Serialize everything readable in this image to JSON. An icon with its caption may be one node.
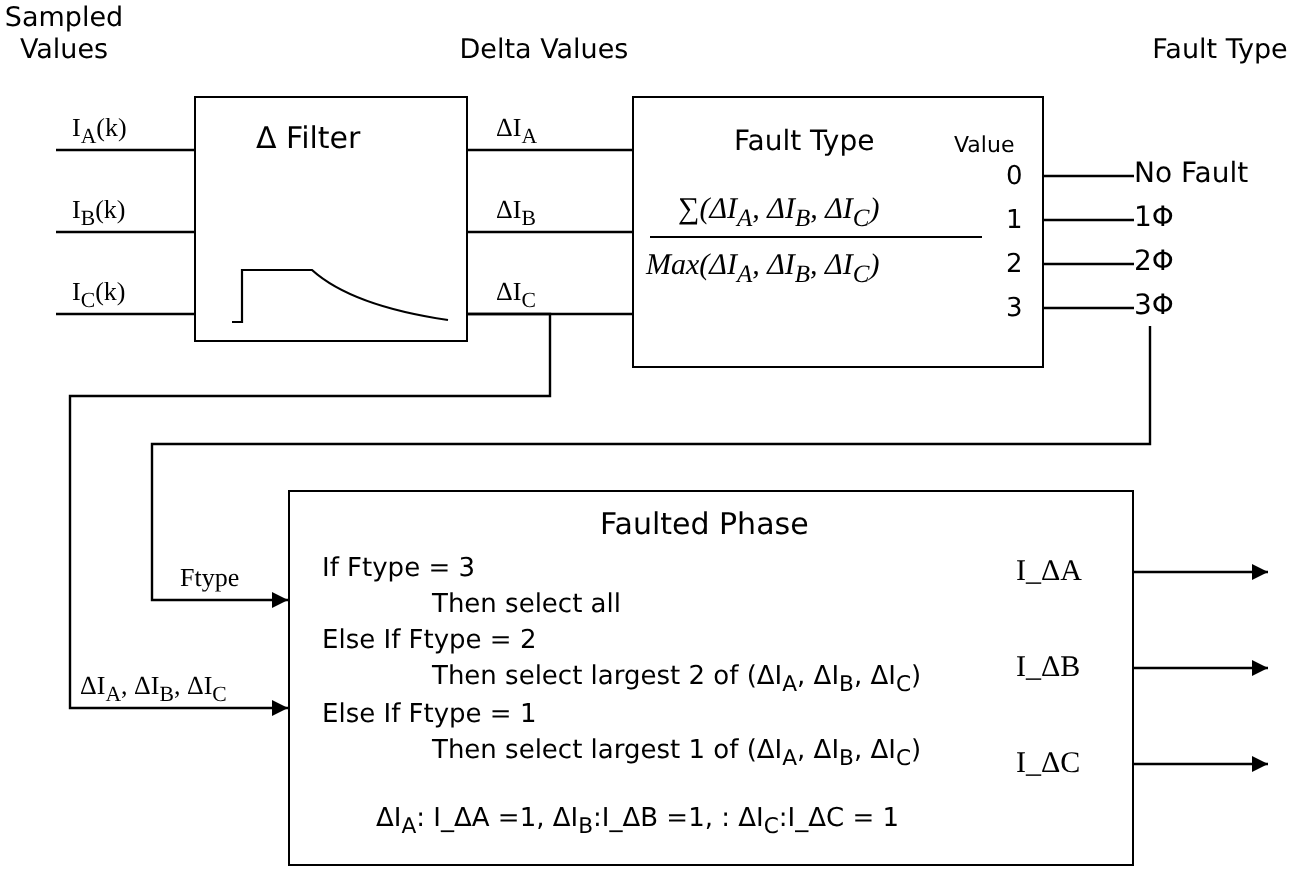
{
  "diagram": {
    "nodes": [
      {
        "text": [
          "Δ Filter"
        ]
      },
      {
        "text": [
          "Fault Type",
          "Value",
          "∑(ΔI$_{A}$, ΔI$_{B}$, ΔI$_{C}$)",
          "Max(ΔI$_{A}$, ΔI$_{B}$, ΔI$_{C}$)",
          "0",
          "1",
          "2",
          "3"
        ]
      },
      {
        "text": [
          "No Fault"
        ]
      },
      {
        "text": [
          "1Φ"
        ]
      },
      {
        "text": [
          "2Φ"
        ]
      },
      {
        "text": [
          "3Φ"
        ]
      },
      {
        "text": [
          "Faulted Phase",
          "If Ftype = 3",
          "Then select all",
          "Else If Ftype = 2",
          "Then select largest 2 of (ΔI$_{A}$, ΔI$_{B}$, ΔI$_{C}$)",
          "Else If Ftype = 1",
          "Then select largest 1 of (ΔI$_{A}$, ΔI$_{B}$, ΔI$_{C}$)",
          "ΔI$_{A}$: I_ΔA =1, ΔI$_{B}$:I_ΔB =1, : ΔI$_{C}$:I_ΔC = 1",
          "I_ΔA",
          "I_ΔB",
          "I_ΔC"
        ]
      }
    ],
    "edges": [
      {
        "from": null,
        "to": 0,
        "arrow": "none",
        "label": "I$_{A}$(k)"
      },
      {
        "from": null,
        "to": 0,
        "arrow": "none",
        "label": "I$_{B}$(k)"
      },
      {
        "from": null,
        "to": 0,
        "arrow": "none",
        "label": "I$_{C}$(k)"
      },
      {
        "from": 0,
        "to": 1,
        "arrow": "none",
        "label": "ΔI$_{A}$"
      },
      {
        "from": 0,
        "to": 1,
        "arrow": "none",
        "label": "ΔI$_{B}$"
      },
      {
        "from": 0,
        "to": 1,
        "arrow": "none",
        "label": "ΔI$_{C}$"
      },
      {
        "from": 1,
        "to": 2,
        "arrow": "none"
      },
      {
        "from": 1,
        "to": 3,
        "arrow": "none"
      },
      {
        "from": 1,
        "to": 4,
        "arrow": "none"
      },
      {
        "from": 1,
        "to": 5,
        "arrow": "none"
      },
      {
        "from": 5,
        "to": 6,
        "arrow": "to",
        "label": "Ftype"
      },
      {
        "from": 0,
        "to": 6,
        "arrow": "to",
        "label": "ΔI$_{A}$, ΔI$_{B}$, ΔI$_{C}$"
      },
      {
        "from": 6,
        "to": null,
        "arrow": "to"
      },
      {
        "from": 6,
        "to": null,
        "arrow": "to"
      },
      {
        "from": 6,
        "to": null,
        "arrow": "to"
      }
    ],
    "labels": [
      "Sampled Values",
      "Delta Values",
      "Fault Type"
    ]
  }
}
